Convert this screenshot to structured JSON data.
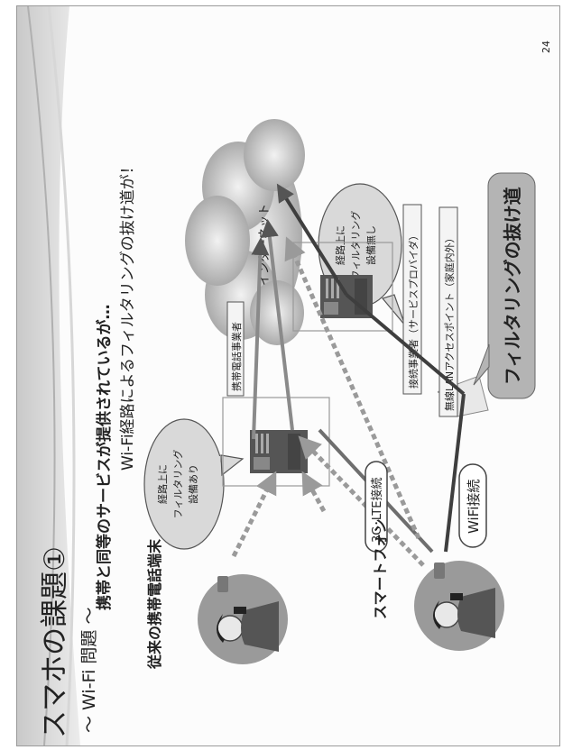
{
  "page_number": "24",
  "title": "スマホの課題①",
  "subtitle": "～ Wi-Fi 問題 ～",
  "headline_1": "携帯と同等のサービスが提供されているが…",
  "headline_2": "Wi-Fi経路によるフィルタリングの抜け道が！",
  "labels": {
    "internet": "インターネット",
    "carrier": "携帯電話事業者",
    "isp": "接続事業者（サービスプロバイダ）",
    "wlan": "無線LANアクセスポイント（家庭内外）",
    "conn_3g": "3G･LTE接続",
    "conn_wifi": "WiFi接続",
    "feature_phone": "従来の携帯電話端末",
    "smartphone": "スマートフォン",
    "loophole": "フィルタリングの抜け道"
  },
  "bubble_with": [
    "経路上に",
    "フィルタリング",
    "設備あり"
  ],
  "bubble_without": [
    "経路上に",
    "フィルタリング",
    "設備無し"
  ]
}
